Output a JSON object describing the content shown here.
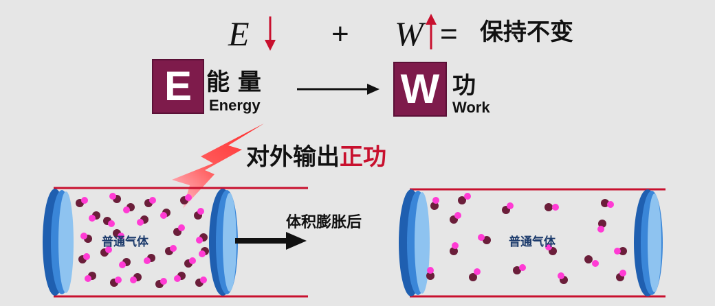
{
  "equation": {
    "e_symbol": "E",
    "plus": "+",
    "w_symbol": "W",
    "equals": "=",
    "result": "保持不变"
  },
  "energy": {
    "box_letter": "E",
    "label_zh": "能 量",
    "label_en": "Energy"
  },
  "work": {
    "box_letter": "W",
    "label_zh": "功",
    "label_en": "Work"
  },
  "output": {
    "prefix": "对外输出",
    "highlight": "正功"
  },
  "expansion_label": "体积膨胀后",
  "gas_before_label": "普通气体",
  "gas_after_label": "普通气体",
  "colors": {
    "box_fill": "#7e1b4b",
    "arrow_red": "#c8102e",
    "highlight_text": "#c8102e",
    "cylinder_line": "#c8102e",
    "piston_blue": "#2f73c9",
    "molecule_dark": "#6b1e3a",
    "molecule_pink": "#ff3bd4"
  }
}
